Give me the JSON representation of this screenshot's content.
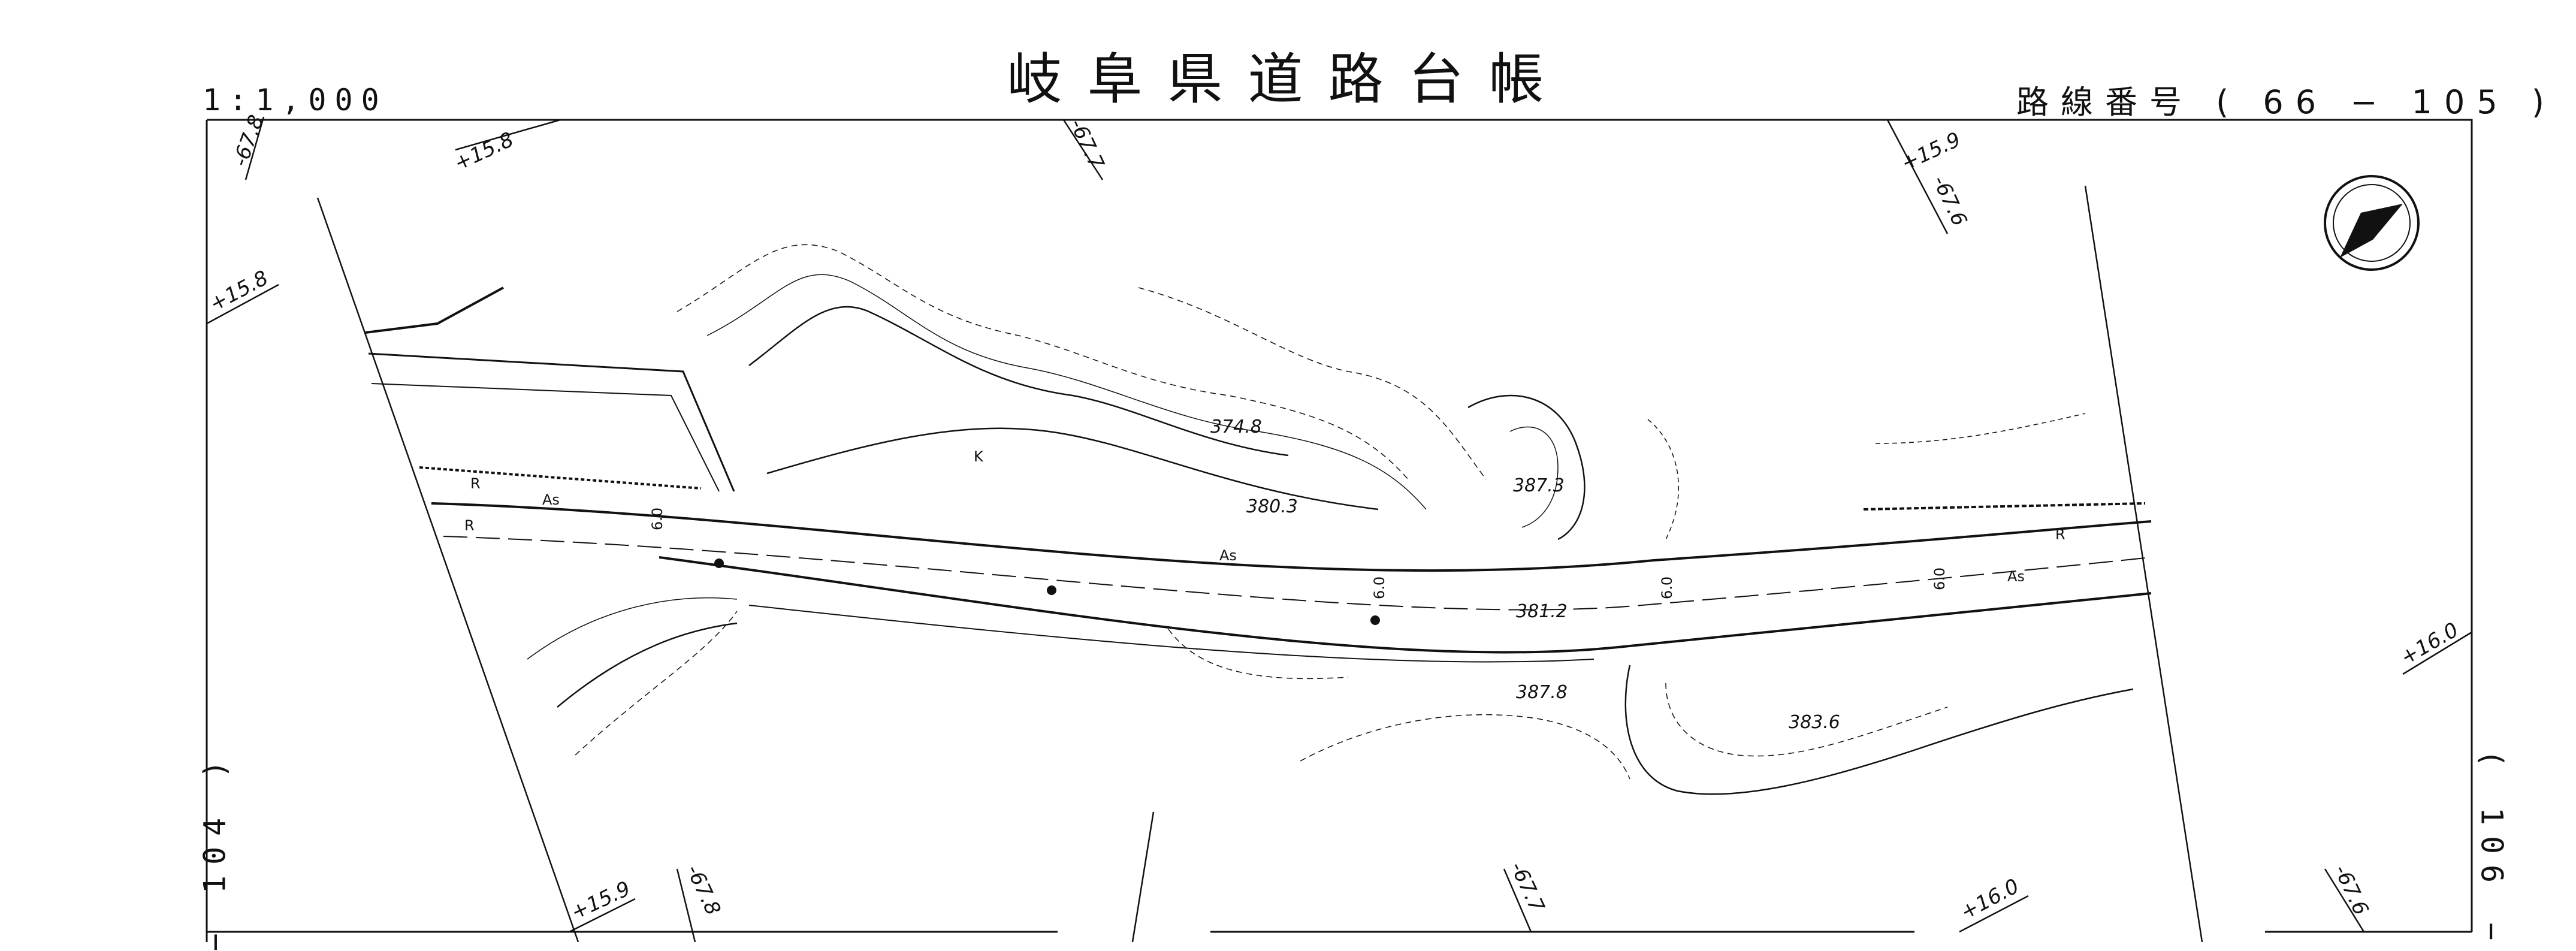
{
  "header": {
    "title": "岐阜県道路台帳",
    "scale": "1:1,000",
    "route_number": "路線番号 ( 66 − 105 )"
  },
  "sheet_refs": {
    "left": "− 104 )",
    "right": "( 106 −"
  },
  "station_marks": {
    "top_left_1": "-67.8",
    "top_left_2": "+15.8",
    "top_mid": "-67.7",
    "top_right_1": "+15.9",
    "top_right_2": "-67.6",
    "left_edge": "+15.8",
    "right_edge": "+16.0",
    "bottom_1": "+15.9",
    "bottom_2": "-67.8",
    "bottom_mid": "-67.7",
    "bottom_right_1": "+16.0",
    "bottom_right_2": "-67.6"
  },
  "map_labels": {
    "elev_1": "374.8",
    "elev_2": "380.3",
    "elev_3": "387.3",
    "elev_4": "381.2",
    "elev_5": "387.8",
    "elev_6": "383.6",
    "surface_1": "As",
    "surface_2": "As",
    "surface_3": "As",
    "material_k": "K",
    "rail_r1": "R",
    "rail_r2": "R",
    "rail_r3": "R",
    "width_1": "6.0",
    "width_2": "6.0",
    "width_3": "6.0",
    "width_4": "6.0"
  },
  "icons": {
    "north_arrow": "north-arrow-icon"
  }
}
